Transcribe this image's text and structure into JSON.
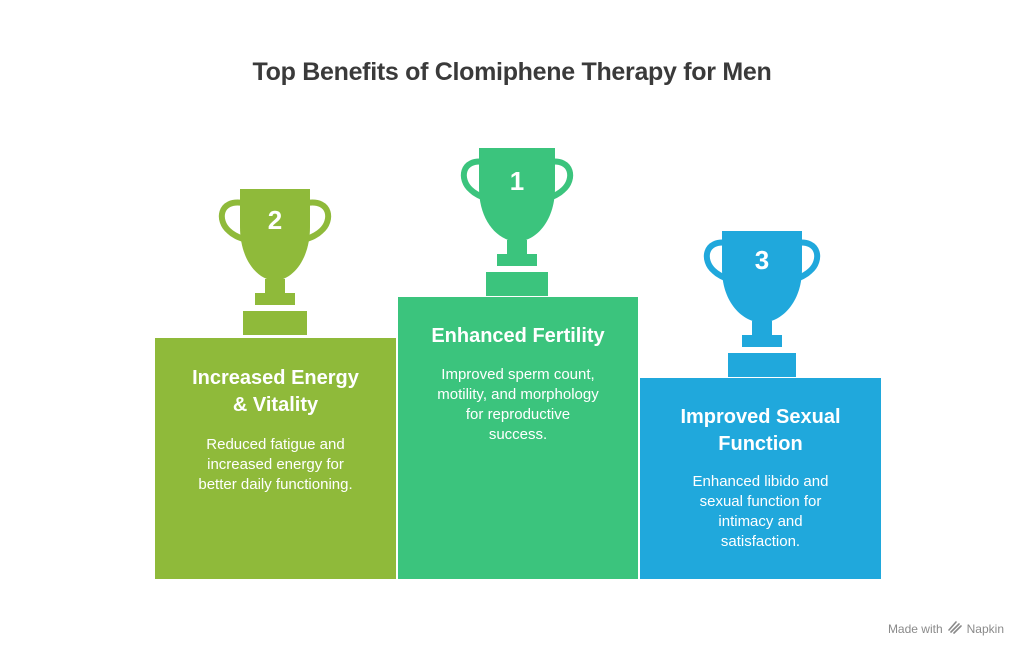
{
  "title": "Top Benefits of Clomiphene Therapy for Men",
  "colors": {
    "green_left": "#8fba3a",
    "green_center": "#3bc47d",
    "blue_right": "#20a8dc"
  },
  "podiums": [
    {
      "rank": "2",
      "heading_line1": "Increased Energy",
      "heading_line2": "& Vitality",
      "desc_line1": "Reduced fatigue and",
      "desc_line2": "increased energy for",
      "desc_line3": "better daily functioning."
    },
    {
      "rank": "1",
      "heading_line1": "Enhanced Fertility",
      "desc_line1": "Improved sperm count,",
      "desc_line2": "motility, and morphology",
      "desc_line3": "for reproductive",
      "desc_line4": "success."
    },
    {
      "rank": "3",
      "heading_line1": "Improved Sexual",
      "heading_line2": "Function",
      "desc_line1": "Enhanced libido and",
      "desc_line2": "sexual function for",
      "desc_line3": "intimacy and",
      "desc_line4": "satisfaction."
    }
  ],
  "footer": {
    "made_with": "Made with",
    "brand": "Napkin"
  }
}
